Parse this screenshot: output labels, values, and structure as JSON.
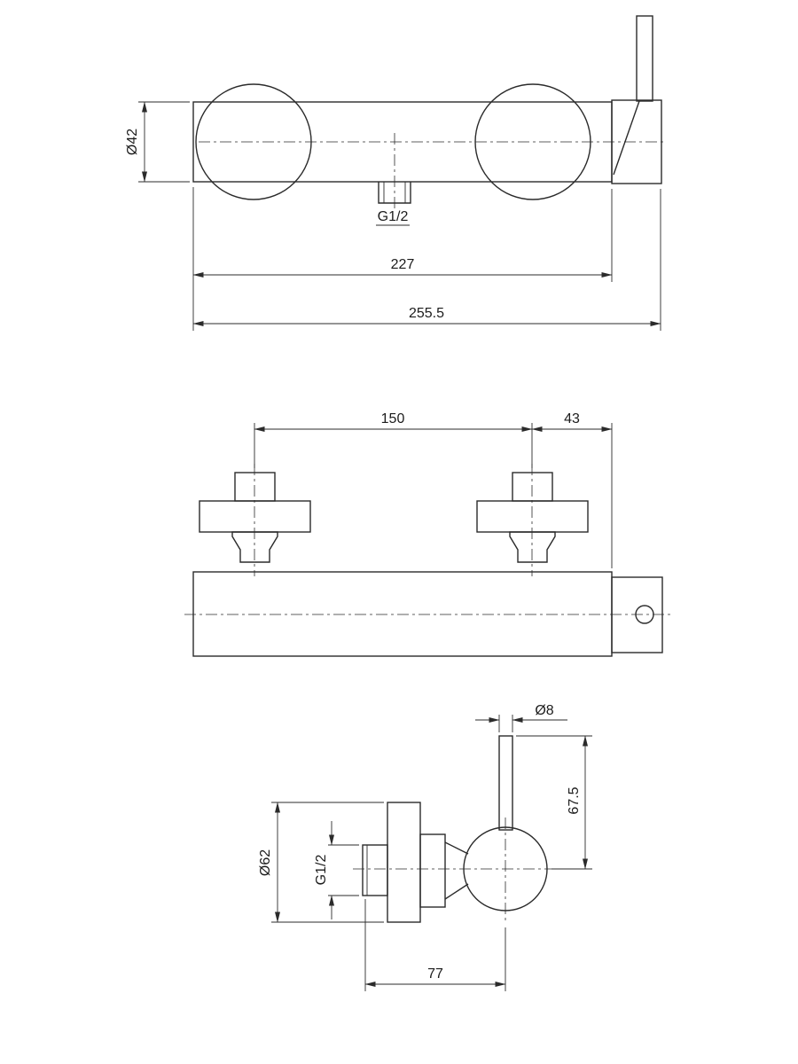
{
  "drawing": {
    "line_color": "#2b2b2b",
    "background_color": "#ffffff",
    "front_view": {
      "dim_body_diameter": "Ø42",
      "dim_outlet_thread": "G1/2",
      "dim_mounting_width": "227",
      "dim_overall_width": "255.5"
    },
    "plan_view": {
      "dim_center_distance": "150",
      "dim_valve_offset": "43"
    },
    "side_view": {
      "dim_handle_rod_diameter": "Ø8",
      "dim_handle_height": "67.5",
      "dim_escutcheon_diameter": "Ø62",
      "dim_inlet_thread": "G1/2",
      "dim_depth": "77"
    }
  }
}
